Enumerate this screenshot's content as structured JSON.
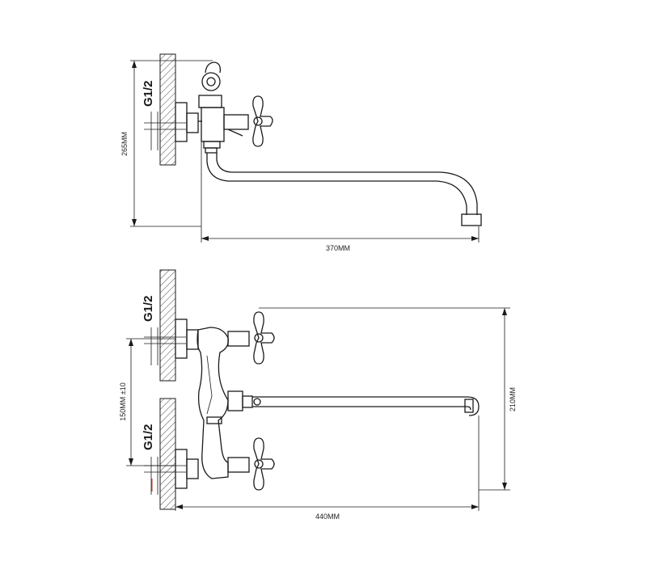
{
  "top_view": {
    "thread_label": "G1/2",
    "height_label": "265MM",
    "length_label": "370MM"
  },
  "bottom_view": {
    "thread_label_upper": "G1/2",
    "thread_label_lower": "G1/2",
    "spacing_label": "150MM ±10",
    "height_label": "210MM",
    "length_label": "440MM"
  }
}
